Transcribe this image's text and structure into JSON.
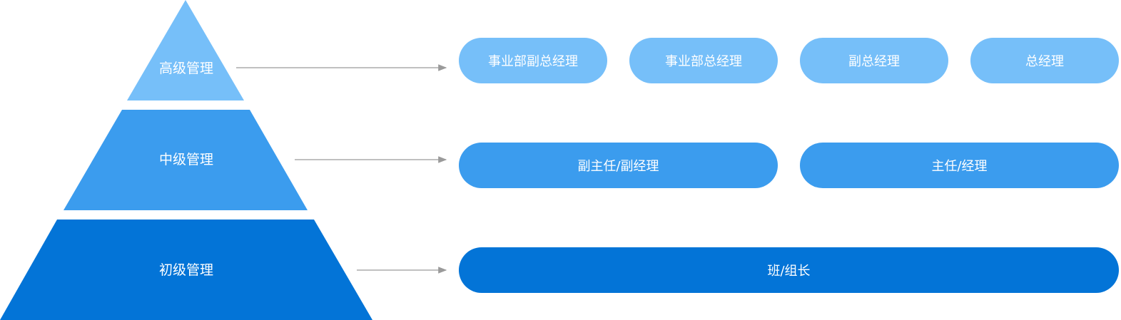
{
  "colors": {
    "top": "#76bff9",
    "middle": "#3b9cee",
    "bottom": "#0374d7",
    "arrow": "#9a9a9a"
  },
  "tiers": [
    {
      "label": "高级管理",
      "roles": [
        "事业部副总经理",
        "事业部总经理",
        "副总经理",
        "总经理"
      ]
    },
    {
      "label": "中级管理",
      "roles": [
        "副主任/副经理",
        "主任/经理"
      ]
    },
    {
      "label": "初级管理",
      "roles": [
        "班/组长"
      ]
    }
  ]
}
